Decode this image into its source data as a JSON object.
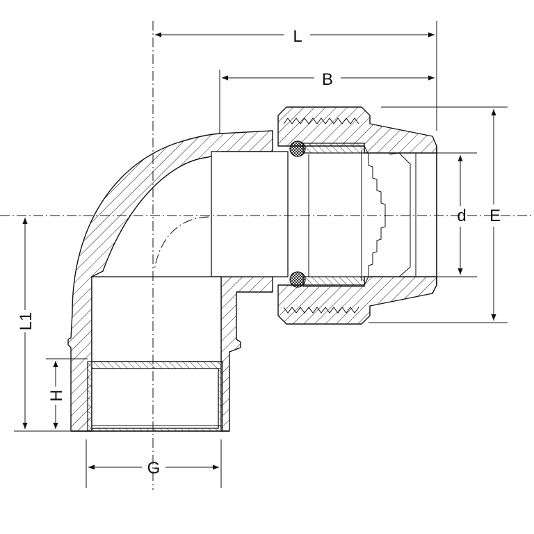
{
  "dimensions": {
    "L": "L",
    "B": "B",
    "d": "d",
    "E": "E",
    "L1": "L1",
    "H": "H",
    "G": "G"
  },
  "colors": {
    "line": "#111111",
    "background": "#ffffff"
  }
}
